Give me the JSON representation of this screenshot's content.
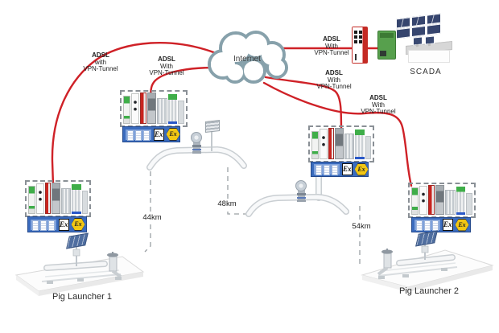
{
  "cloud": {
    "label": "Internet"
  },
  "scada": {
    "label": "SCADA"
  },
  "adsl_labels": [
    {
      "name": "cloud-to-pig-launcher-1",
      "lines": [
        "ADSL",
        "with",
        "VPN-Tunnel"
      ]
    },
    {
      "name": "cloud-to-field-station-1",
      "lines": [
        "ADSL",
        "With",
        "VPN-Tunnel"
      ]
    },
    {
      "name": "cloud-to-scada",
      "lines": [
        "ADSL",
        "With",
        "VPN-Tunnel"
      ]
    },
    {
      "name": "cloud-to-field-station-2",
      "lines": [
        "ADSL",
        "With",
        "VPN-Tunnel"
      ]
    },
    {
      "name": "cloud-to-pig-launcher-2",
      "lines": [
        "ADSL",
        "With",
        "VPN-Tunnel"
      ]
    }
  ],
  "distances": [
    {
      "label": "44km"
    },
    {
      "label": "48km"
    },
    {
      "label": "54km"
    }
  ],
  "launchers": [
    {
      "label": "Pig Launcher 1"
    },
    {
      "label": "Pig Launcher 2"
    }
  ],
  "badges": {
    "ex": "Ex"
  },
  "colors": {
    "line_red": "#cf2127",
    "cloud_stroke": "#87a1ab",
    "banner_blue": "#3a6bbd",
    "ex_yellow": "#f2c713",
    "monitor_navy": "#36456e",
    "module_green": "#3fae49",
    "module_red": "#c8241f",
    "dash_gray": "#9aa0a4",
    "pipe_gray": "#c9ced2",
    "terminal_blue": "#2a58c8"
  }
}
